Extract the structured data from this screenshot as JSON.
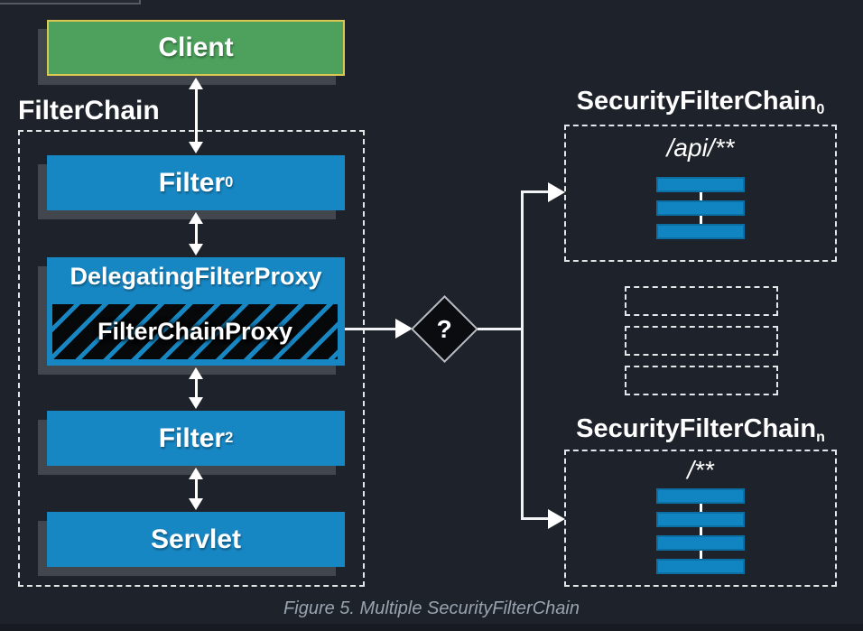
{
  "page": {
    "background": "#1e222a",
    "caption": "Figure 5. Multiple SecurityFilterChain"
  },
  "client_box": {
    "label": "Client",
    "fill": "#4da15c",
    "border": "#dcc753"
  },
  "filter_chain": {
    "label": "FilterChain",
    "nodes": [
      {
        "id": "filter0",
        "label": "Filter",
        "subscript": "0"
      },
      {
        "id": "delegating-filter-proxy",
        "label": "DelegatingFilterProxy"
      },
      {
        "id": "filter-chain-proxy",
        "label": "FilterChainProxy"
      },
      {
        "id": "filter2",
        "label": "Filter",
        "subscript": "2"
      },
      {
        "id": "servlet",
        "label": "Servlet"
      }
    ]
  },
  "decision_diamond": {
    "label": "?"
  },
  "security_chains": [
    {
      "title": "SecurityFilterChain",
      "subscript": "0",
      "url_pattern": "/api/**",
      "filter_count": 3
    },
    {
      "title": "SecurityFilterChain",
      "subscript": "n",
      "url_pattern": "/**",
      "filter_count": 4
    }
  ],
  "placeholder_chains": {
    "row_count": 3
  },
  "colors": {
    "box_blue": "#1787c4",
    "bar_blue": "#1185c1",
    "bar_border": "#0c6fa4",
    "shadow_gray": "#42464d",
    "dash_white": "#e4e7ea",
    "arrow_white": "#ffffff",
    "caption_gray": "#99a3af"
  }
}
